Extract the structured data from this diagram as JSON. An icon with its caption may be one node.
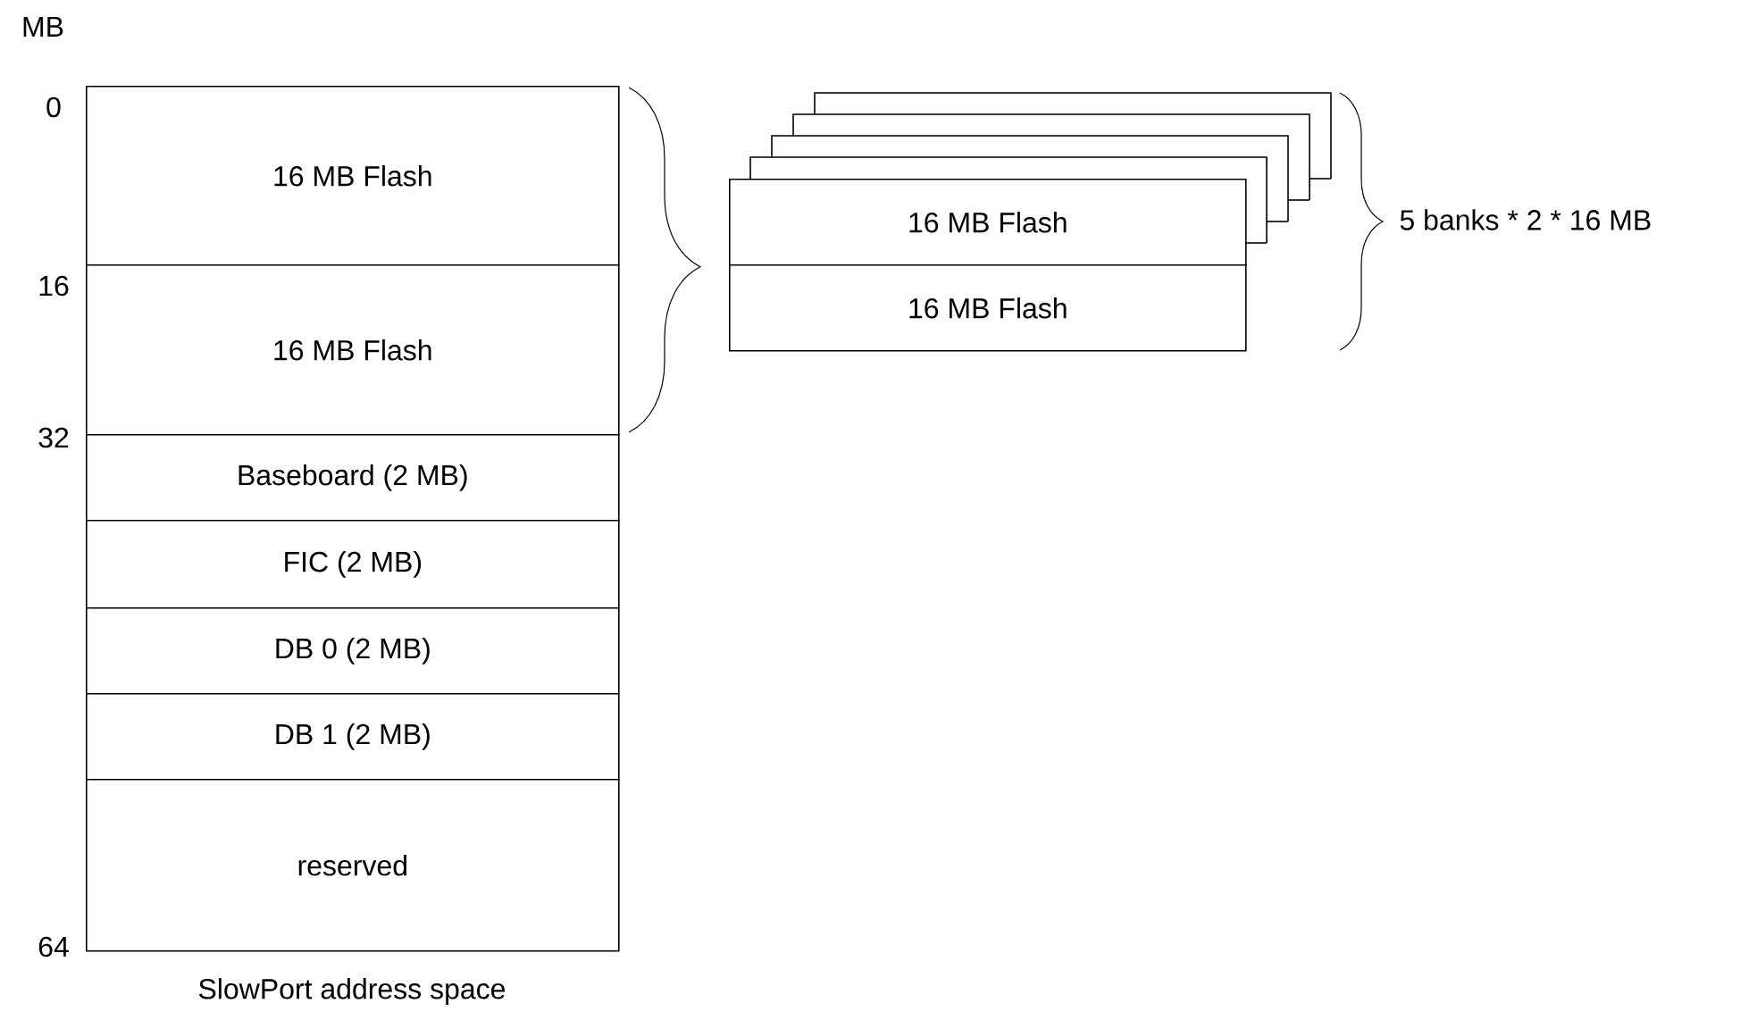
{
  "diagram": {
    "caption": "SlowPort address space",
    "nodes": [
      {
        "text": [
          "16 MB Flash"
        ]
      },
      {
        "text": [
          "16 MB Flash"
        ]
      },
      {
        "text": [
          "Baseboard (2 MB)"
        ]
      },
      {
        "text": [
          "FIC (2 MB)"
        ]
      },
      {
        "text": [
          "DB 0 (2 MB)"
        ]
      },
      {
        "text": [
          "DB 1 (2 MB)"
        ]
      },
      {
        "text": [
          "reserved"
        ]
      },
      {
        "text": [
          "16 MB Flash"
        ]
      },
      {
        "text": [
          "16 MB Flash"
        ]
      }
    ],
    "labels": [
      "MB",
      "0",
      "16",
      "32",
      "64",
      "5 banks * 2 * 16 MB"
    ]
  }
}
